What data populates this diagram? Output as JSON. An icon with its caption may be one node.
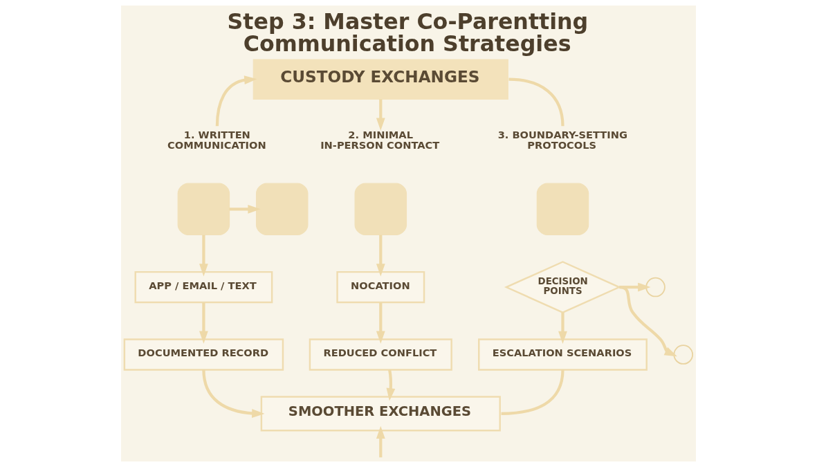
{
  "diagram": {
    "title": "Step 3: Master Co-Parentting Communication Strategies",
    "nodes": [
      {
        "text": [
          "CUSTODY EXCHANGES"
        ]
      },
      {
        "text": [
          "1. WRITTEN COMMUNICATION"
        ]
      },
      {
        "text": [
          "2. MINIMAL IN-PERSON CONTACT"
        ]
      },
      {
        "text": [
          "3. BOUNDARY-SETTING PROTOCOLS"
        ]
      },
      {
        "text": [],
        "shape": "box"
      },
      {
        "text": [],
        "shape": "box"
      },
      {
        "text": [],
        "shape": "box"
      },
      {
        "text": [],
        "shape": "box"
      },
      {
        "text": [
          "APP / EMAIL / TEXT"
        ]
      },
      {
        "text": [
          "DOCUMENTED RECORD"
        ]
      },
      {
        "text": [
          "NOCATION"
        ]
      },
      {
        "text": [
          "REDUCED CONFLICT"
        ]
      },
      {
        "text": [
          "DECISION POINTS"
        ]
      },
      {
        "text": [],
        "shape": "circle"
      },
      {
        "text": [],
        "shape": "circle"
      },
      {
        "text": [
          "ESCALATION SCENARIOS"
        ]
      },
      {
        "text": [
          "SMOOTHER EXCHANGES"
        ]
      }
    ],
    "edges": [
      {
        "from": 1,
        "to": 0,
        "arrow": "to"
      },
      {
        "from": 0,
        "to": 2,
        "arrow": "to"
      },
      {
        "from": 0,
        "to": 3,
        "arrow": "none"
      },
      {
        "from": 4,
        "to": 5,
        "arrow": "to"
      },
      {
        "from": 4,
        "to": 8,
        "arrow": "to"
      },
      {
        "from": 8,
        "to": 9,
        "arrow": "to"
      },
      {
        "from": 9,
        "to": 16,
        "arrow": "to"
      },
      {
        "from": 6,
        "to": 10,
        "arrow": "to"
      },
      {
        "from": 10,
        "to": 11,
        "arrow": "to"
      },
      {
        "from": 11,
        "to": 16,
        "arrow": "to"
      },
      {
        "from": 12,
        "to": 13,
        "arrow": "to"
      },
      {
        "from": 12,
        "to": 14,
        "arrow": "to"
      },
      {
        "from": 12,
        "to": 15,
        "arrow": "to"
      },
      {
        "from": 15,
        "to": 16,
        "arrow": "none"
      },
      {
        "from": null,
        "to": 16,
        "arrow": "to"
      }
    ]
  }
}
